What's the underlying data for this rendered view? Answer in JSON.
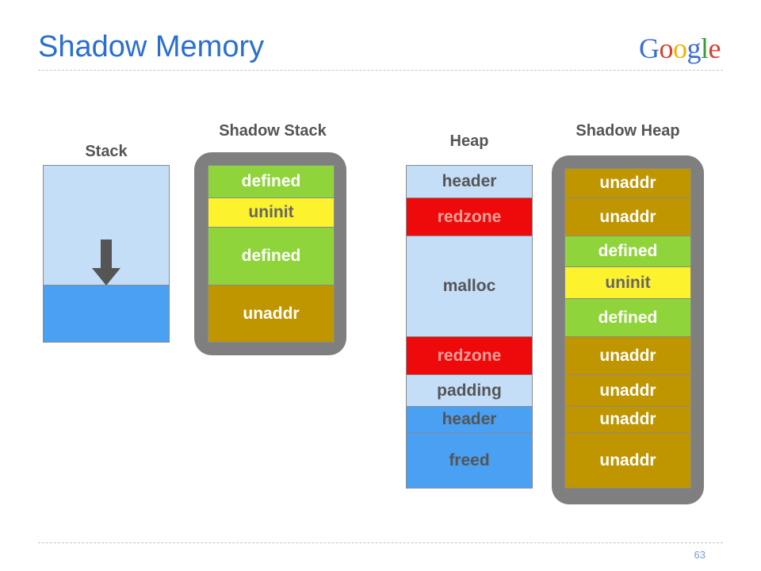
{
  "slide": {
    "title": "Shadow Memory",
    "page_number": "63"
  },
  "logo": {
    "letters": [
      "G",
      "o",
      "o",
      "g",
      "l",
      "e"
    ],
    "colors": [
      "#3b6fd4",
      "#d8402f",
      "#f2b300",
      "#3b6fd4",
      "#3a9a3a",
      "#d8402f"
    ]
  },
  "columns": {
    "stack": {
      "label": "Stack",
      "segments": [
        "",
        ""
      ]
    },
    "shadow_stack": {
      "label": "Shadow Stack",
      "segments": [
        "defined",
        "uninit",
        "defined",
        "unaddr"
      ]
    },
    "heap": {
      "label": "Heap",
      "segments": [
        "header",
        "redzone",
        "malloc",
        "redzone",
        "padding",
        "header",
        "freed"
      ]
    },
    "shadow_heap": {
      "label": "Shadow Heap",
      "segments": [
        "unaddr",
        "unaddr",
        "defined",
        "uninit",
        "defined",
        "unaddr",
        "unaddr",
        "unaddr",
        "unaddr"
      ]
    }
  },
  "arrow": {
    "icon": "down-arrow-icon",
    "color": "#555555"
  }
}
